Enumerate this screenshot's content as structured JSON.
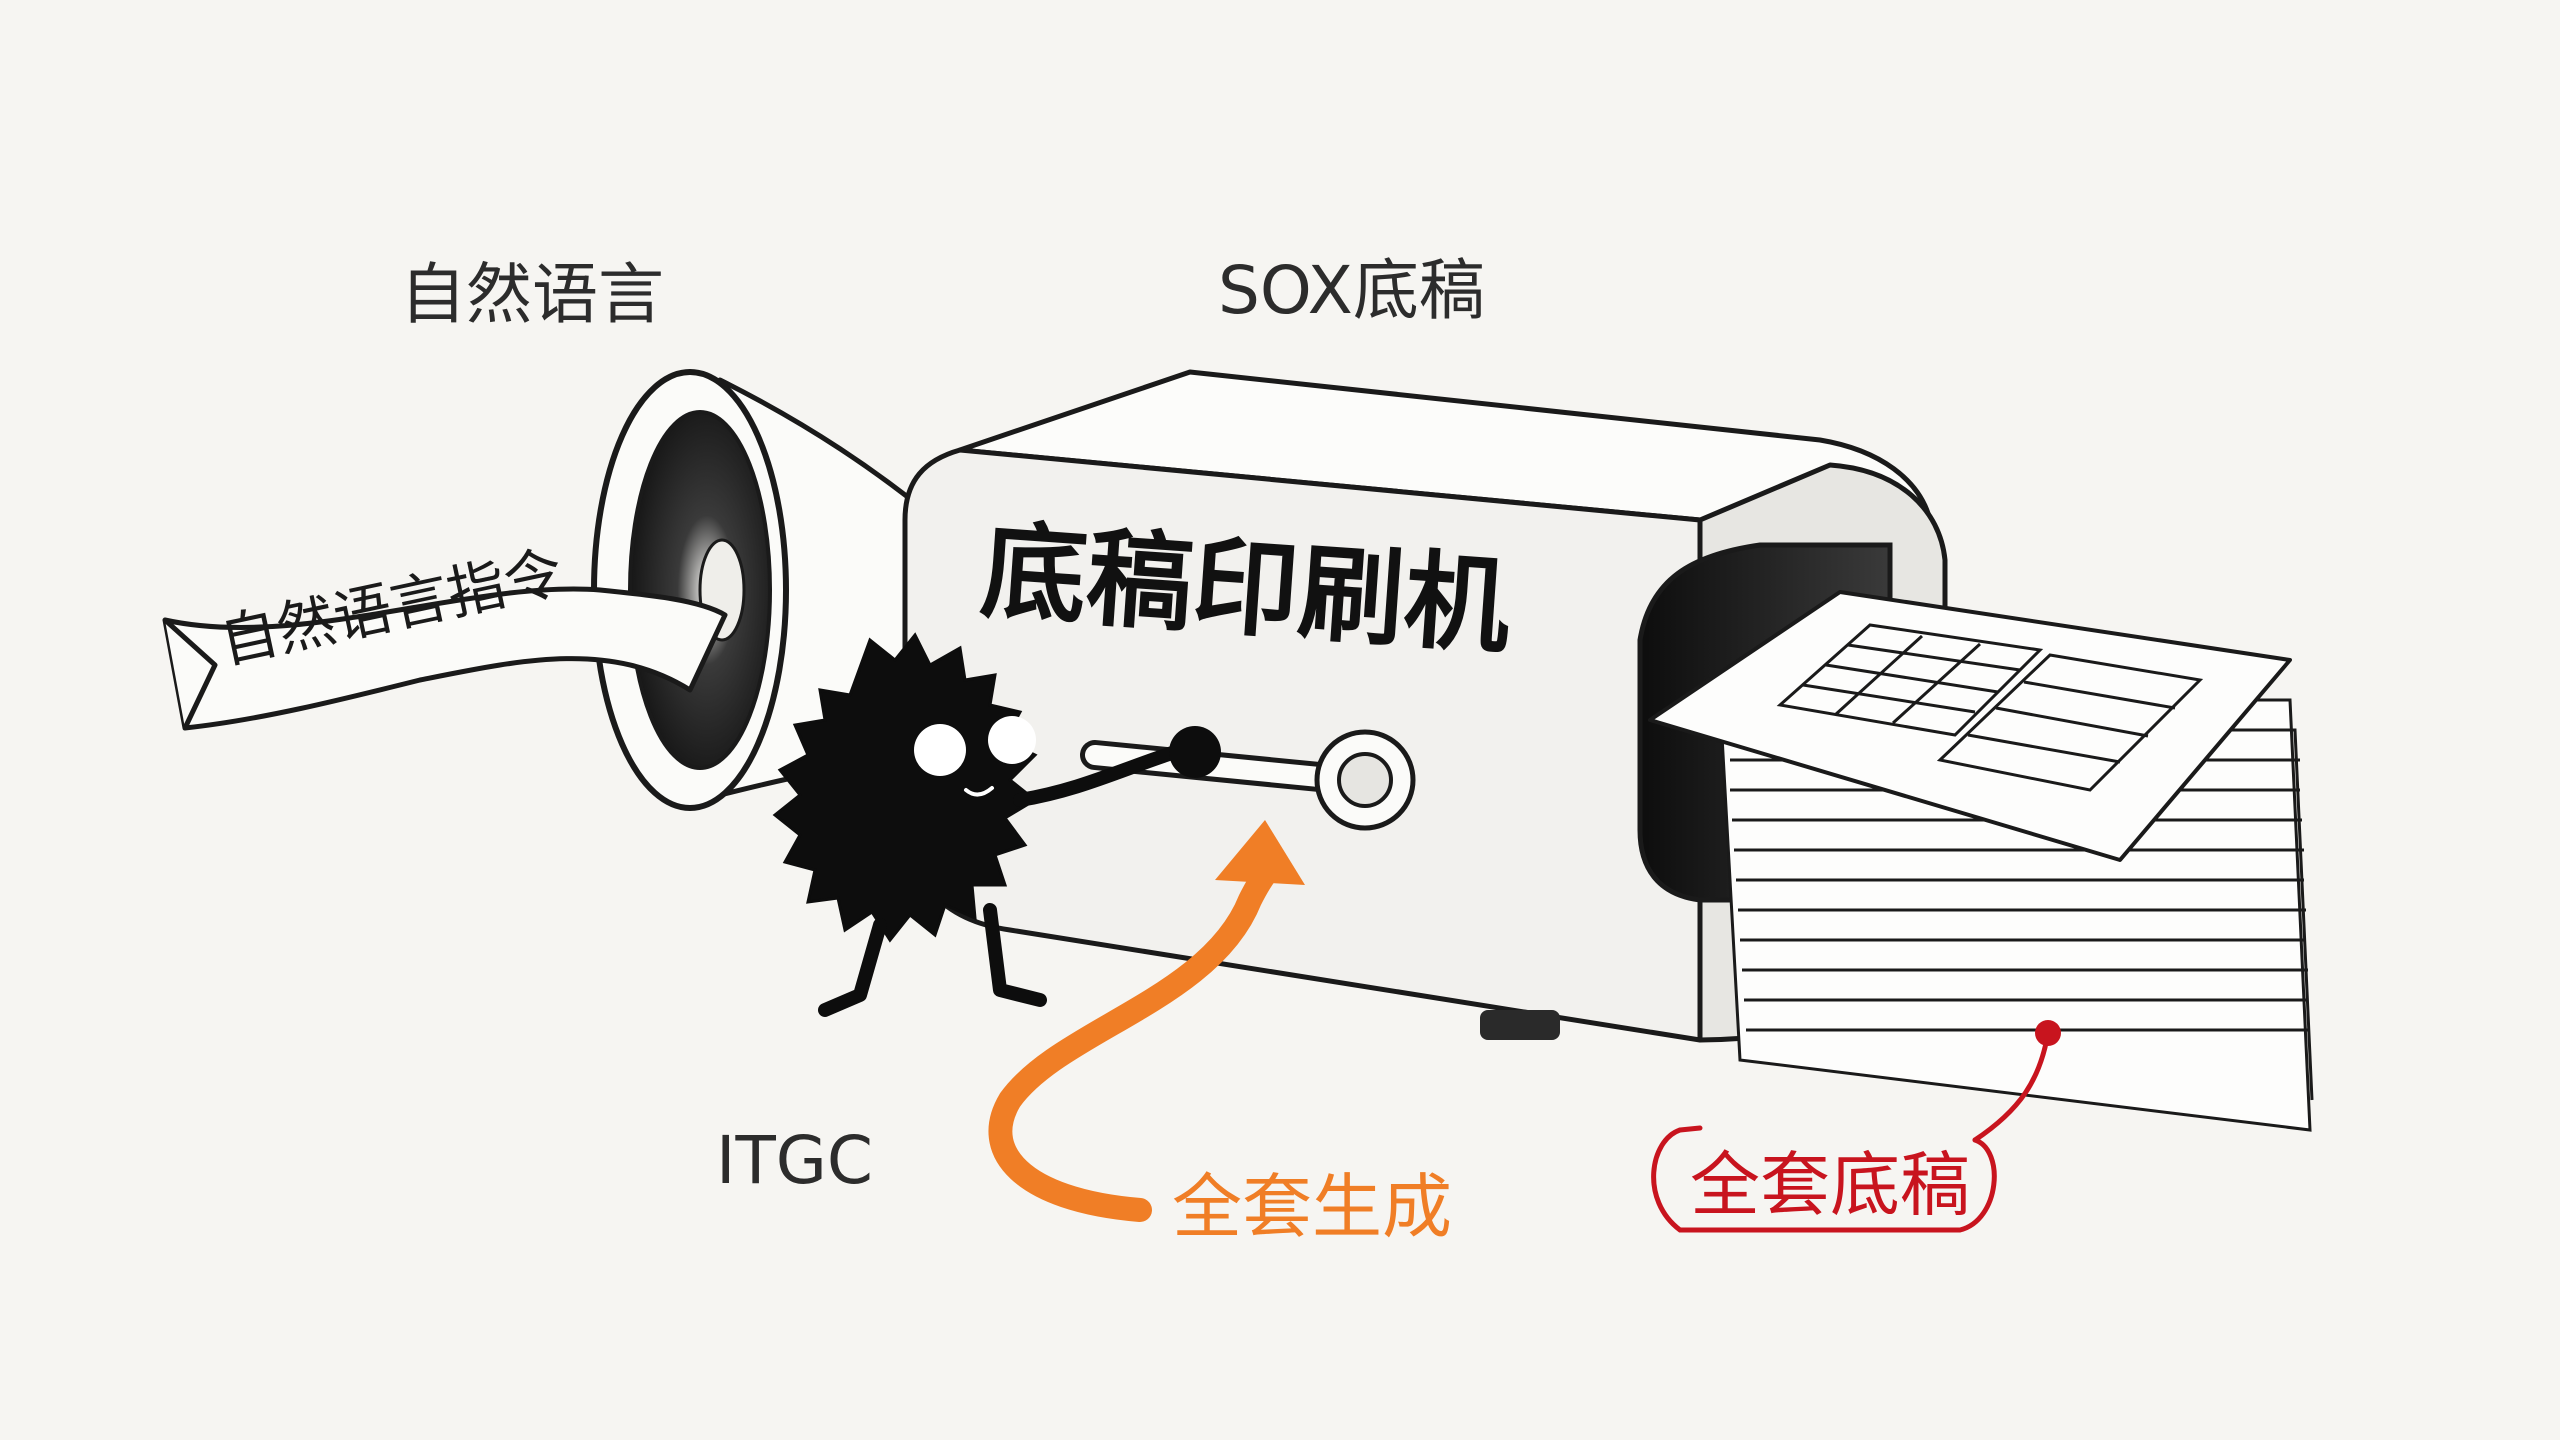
{
  "labels": {
    "natural_language": "自然语言",
    "sox_draft": "SOX底稿",
    "itgc": "ITGC",
    "full_generation": "全套生成",
    "full_draft": "全套底稿"
  },
  "banner": {
    "text": "自然语言指令"
  },
  "machine": {
    "title": "底稿印刷机"
  },
  "colors": {
    "background": "#f6f5f2",
    "ink": "#1a1a1a",
    "orange_accent": "#f07e26",
    "red_accent": "#c8141e"
  }
}
